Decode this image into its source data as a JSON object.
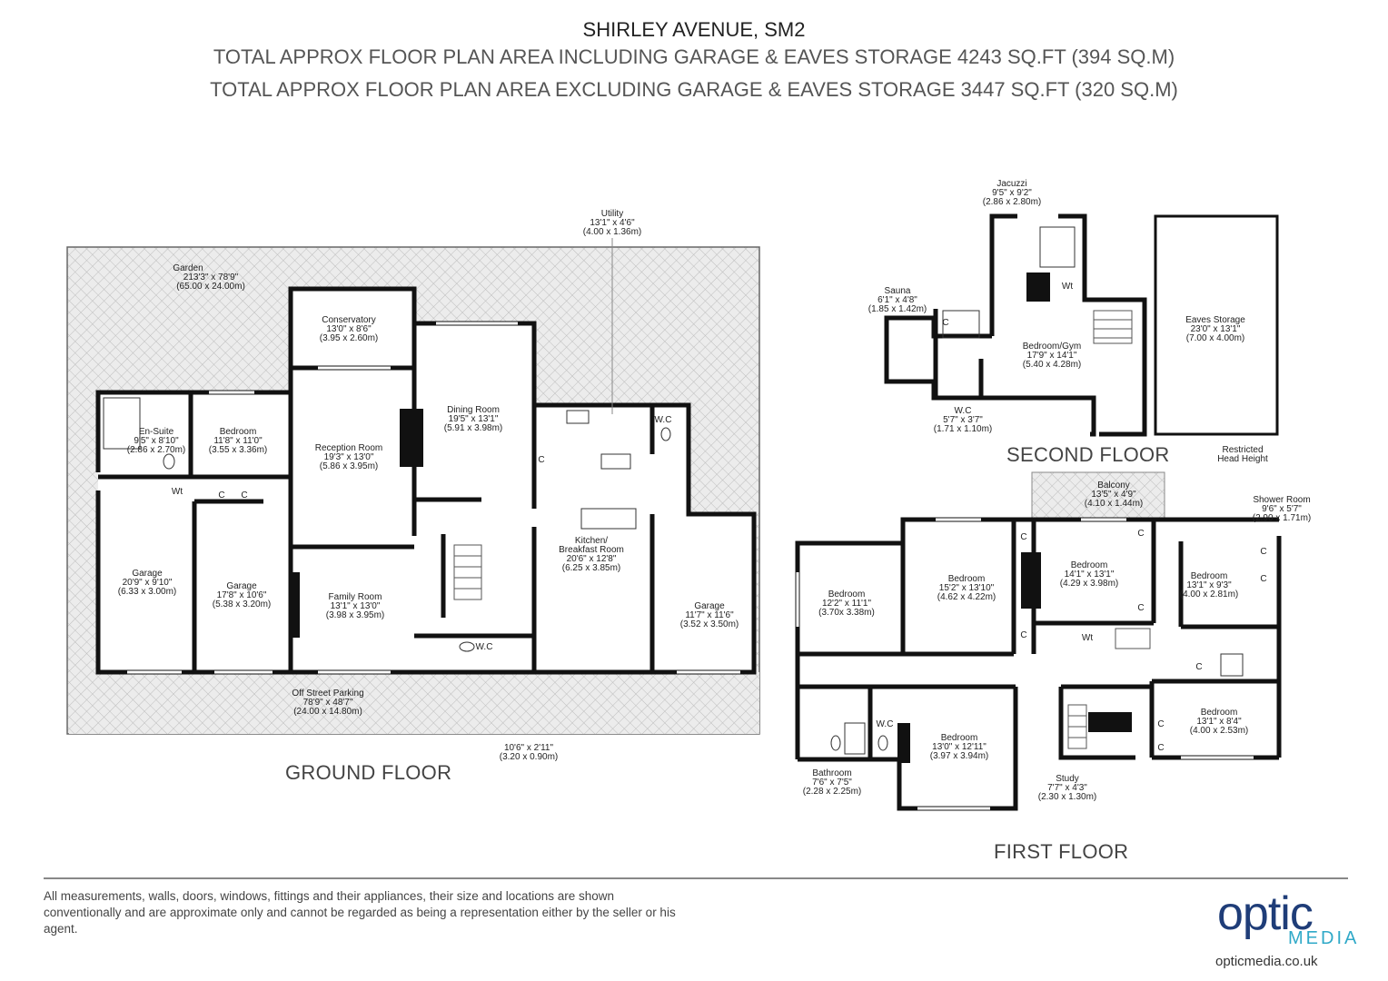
{
  "header": {
    "title": "SHIRLEY AVENUE, SM2",
    "line_including": "TOTAL APPROX FLOOR PLAN AREA INCLUDING GARAGE & EAVES STORAGE  4243 SQ.FT (394 SQ.M)",
    "line_excluding": "TOTAL APPROX FLOOR PLAN AREA EXCLUDING GARAGE & EAVES STORAGE  3447 SQ.FT (320 SQ.M)"
  },
  "floors": {
    "ground": "GROUND FLOOR",
    "first": "FIRST FLOOR",
    "second": "SECOND FLOOR"
  },
  "rooms": {
    "garden": {
      "name": "Garden",
      "imperial": "213'3\" x 78'9\"",
      "metric": "(65.00 x 24.00m)"
    },
    "utility": {
      "name": "Utility",
      "imperial": "13'1\" x 4'6\"",
      "metric": "(4.00 x 1.36m)"
    },
    "conservatory": {
      "name": "Conservatory",
      "imperial": "13'0\" x 8'6\"",
      "metric": "(3.95 x 2.60m)"
    },
    "dining": {
      "name": "Dining Room",
      "imperial": "19'5\" x 13'1\"",
      "metric": "(5.91 x 3.98m)"
    },
    "ensuite": {
      "name": "En-Suite",
      "imperial": "9'5\" x 8'10\"",
      "metric": "(2.86 x 2.70m)"
    },
    "bedroom_g": {
      "name": "Bedroom",
      "imperial": "11'8\" x 11'0\"",
      "metric": "(3.55 x 3.36m)"
    },
    "reception": {
      "name": "Reception Room",
      "imperial": "19'3\" x 13'0\"",
      "metric": "(5.86 x 3.95m)"
    },
    "garage1": {
      "name": "Garage",
      "imperial": "20'9\" x 9'10\"",
      "metric": "(6.33 x 3.00m)"
    },
    "garage2": {
      "name": "Garage",
      "imperial": "17'8\" x 10'6\"",
      "metric": "(5.38 x 3.20m)"
    },
    "family": {
      "name": "Family Room",
      "imperial": "13'1\" x 13'0\"",
      "metric": "(3.98 x 3.95m)"
    },
    "kitchen_1": {
      "name": "Kitchen/",
      "imperial": "20'6\" x 12'8\"",
      "metric": "(6.25 x 3.85m)"
    },
    "kitchen_2": {
      "name": "Breakfast Room"
    },
    "garage3": {
      "name": "Garage",
      "imperial": "11'7\" x 11'6\"",
      "metric": "(3.52 x 3.50m)"
    },
    "parking": {
      "name": "Off Street Parking",
      "imperial": "78'9\" x 48'7\"",
      "metric": "(24.00 x 14.80m)"
    },
    "bay": {
      "imperial": "10'6\" x 2'11\"",
      "metric": "(3.20 x 0.90m)"
    },
    "wc_g": {
      "name": "W.C"
    },
    "wc_g2": {
      "name": "W.C"
    },
    "jacuzzi": {
      "name": "Jacuzzi",
      "imperial": "9'5\" x 9'2\"",
      "metric": "(2.86 x 2.80m)"
    },
    "sauna": {
      "name": "Sauna",
      "imperial": "6'1\" x 4'8\"",
      "metric": "(1.85 x 1.42m)"
    },
    "gym": {
      "name": "Bedroom/Gym",
      "imperial": "17'9\" x 14'1\"",
      "metric": "(5.40 x 4.28m)"
    },
    "eaves": {
      "name": "Eaves Storage",
      "imperial": "23'0\" x 13'1\"",
      "metric": "(7.00 x 4.00m)"
    },
    "wc_s": {
      "name": "W.C",
      "imperial": "5'7\" x 3'7\"",
      "metric": "(1.71 x 1.10m)"
    },
    "restricted_1": {
      "name": "Restricted"
    },
    "restricted_2": {
      "name": "Head Height"
    },
    "balcony": {
      "name": "Balcony",
      "imperial": "13'5\" x 4'9\"",
      "metric": "(4.10 x 1.44m)"
    },
    "shower": {
      "name": "Shower Room",
      "imperial": "9'6\" x 5'7\"",
      "metric": "(2.90 x 1.71m)"
    },
    "bed_f1": {
      "name": "Bedroom",
      "imperial": "12'2\" x 11'1\"",
      "metric": "(3.70x 3.38m)"
    },
    "bed_f2": {
      "name": "Bedroom",
      "imperial": "15'2\" x 13'10\"",
      "metric": "(4.62 x 4.22m)"
    },
    "bed_f3": {
      "name": "Bedroom",
      "imperial": "14'1\" x 13'1\"",
      "metric": "(4.29 x 3.98m)"
    },
    "bed_f4": {
      "name": "Bedroom",
      "imperial": "13'1\" x 9'3\"",
      "metric": "(4.00 x 2.81m)"
    },
    "bed_f5": {
      "name": "Bedroom",
      "imperial": "13'1\" x 8'4\"",
      "metric": "(4.00 x 2.53m)"
    },
    "bed_f6": {
      "name": "Bedroom",
      "imperial": "13'0\" x 12'11\"",
      "metric": "(3.97 x 3.94m)"
    },
    "bathroom": {
      "name": "Bathroom",
      "imperial": "7'6\" x 7'5\"",
      "metric": "(2.28 x 2.25m)"
    },
    "study": {
      "name": "Study",
      "imperial": "7'7\" x 4'3\"",
      "metric": "(2.30 x 1.30m)"
    },
    "wc_f": {
      "name": "W.C"
    }
  },
  "symbols": {
    "cupboard": "C",
    "water_tank": "Wt"
  },
  "footer": {
    "disclaimer": "All measurements, walls, doors, windows, fittings and their appliances, their size and locations are shown conventionally and are approximate only and cannot be regarded as being a representation either by the seller or his agent.",
    "logo_word": "optic",
    "logo_sub": "MEDIA",
    "url": "opticmedia.co.uk"
  }
}
